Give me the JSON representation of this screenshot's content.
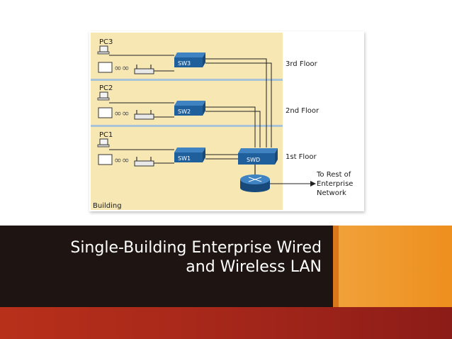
{
  "diagram": {
    "floors": [
      {
        "pc_label": "PC3",
        "switch_label": "SW3",
        "floor_label": "3rd Floor"
      },
      {
        "pc_label": "PC2",
        "switch_label": "SW2",
        "floor_label": "2nd Floor"
      },
      {
        "pc_label": "PC1",
        "switch_label": "SW1",
        "floor_label": "1st Floor"
      }
    ],
    "distribution_switch_label": "SWD",
    "uplink_label_lines": [
      "To Rest of",
      "Enterprise",
      "Network"
    ],
    "building_label": "Building",
    "colors": {
      "panel": "#f6e7b3",
      "switch": "#1f5f9c",
      "floor_divider": "#a9c3d9"
    }
  },
  "slide": {
    "title_lines": [
      "Single-Building Enterprise Wired",
      "and Wireless LAN"
    ],
    "colors": {
      "dark_band": "#1e1411",
      "orange_band": "#ef9a2c",
      "red_band": "#a3261a"
    }
  }
}
